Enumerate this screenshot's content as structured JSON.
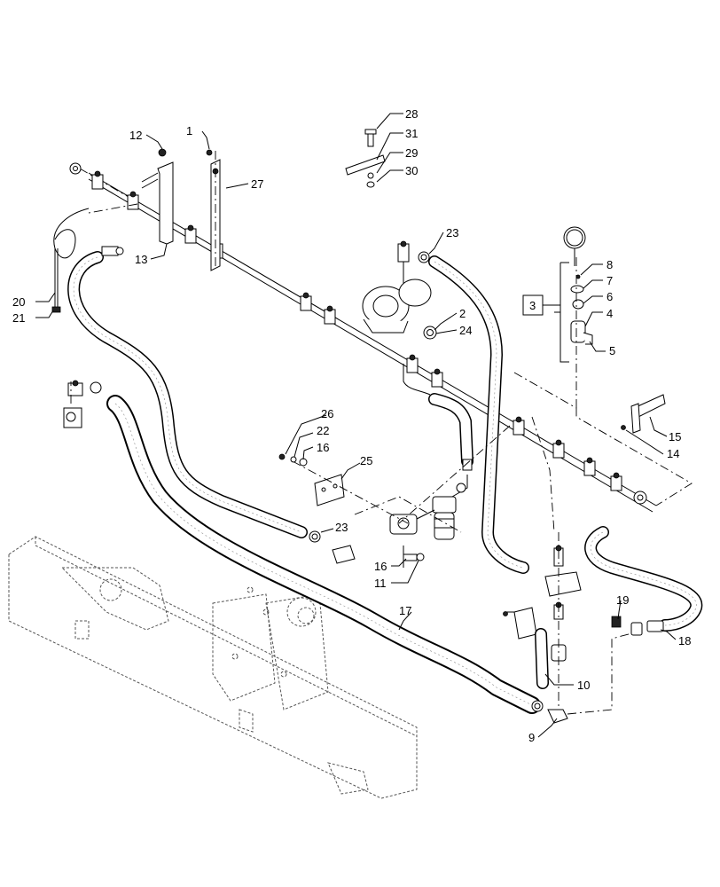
{
  "callouts": [
    {
      "id": "c1",
      "label": "1"
    },
    {
      "id": "c2",
      "label": "2"
    },
    {
      "id": "c3",
      "label": "3"
    },
    {
      "id": "c4",
      "label": "4"
    },
    {
      "id": "c5",
      "label": "5"
    },
    {
      "id": "c6",
      "label": "6"
    },
    {
      "id": "c7",
      "label": "7"
    },
    {
      "id": "c8",
      "label": "8"
    },
    {
      "id": "c9",
      "label": "9"
    },
    {
      "id": "c10",
      "label": "10"
    },
    {
      "id": "c11",
      "label": "11"
    },
    {
      "id": "c12",
      "label": "12"
    },
    {
      "id": "c13",
      "label": "13"
    },
    {
      "id": "c14",
      "label": "14"
    },
    {
      "id": "c15",
      "label": "15"
    },
    {
      "id": "c16a",
      "label": "16"
    },
    {
      "id": "c16b",
      "label": "16"
    },
    {
      "id": "c17",
      "label": "17"
    },
    {
      "id": "c18",
      "label": "18"
    },
    {
      "id": "c19",
      "label": "19"
    },
    {
      "id": "c20",
      "label": "20"
    },
    {
      "id": "c21",
      "label": "21"
    },
    {
      "id": "c22",
      "label": "22"
    },
    {
      "id": "c23a",
      "label": "23"
    },
    {
      "id": "c23b",
      "label": "23"
    },
    {
      "id": "c24",
      "label": "24"
    },
    {
      "id": "c25",
      "label": "25"
    },
    {
      "id": "c26",
      "label": "26"
    },
    {
      "id": "c27",
      "label": "27"
    },
    {
      "id": "c28",
      "label": "28"
    },
    {
      "id": "c29",
      "label": "29"
    },
    {
      "id": "c30",
      "label": "30"
    },
    {
      "id": "c31",
      "label": "31"
    }
  ]
}
